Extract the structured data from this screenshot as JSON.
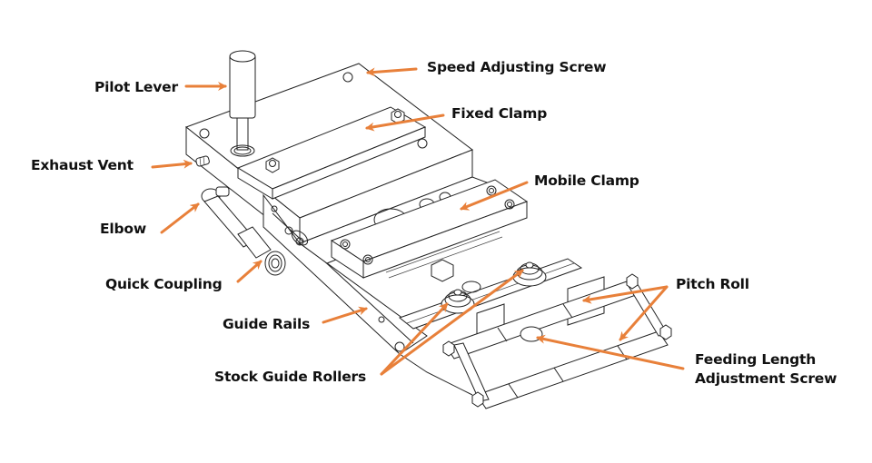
{
  "diagram": {
    "subject": "Pneumatic air feeder assembly (isometric line drawing)",
    "accent_color": "#E8803A",
    "text_color": "#111111",
    "labels": [
      {
        "id": "pilot-lever",
        "text": "Pilot Lever"
      },
      {
        "id": "speed-adjusting-screw",
        "text": "Speed Adjusting Screw"
      },
      {
        "id": "fixed-clamp",
        "text": "Fixed Clamp"
      },
      {
        "id": "exhaust-vent",
        "text": "Exhaust Vent"
      },
      {
        "id": "mobile-clamp",
        "text": "Mobile Clamp"
      },
      {
        "id": "elbow",
        "text": "Elbow"
      },
      {
        "id": "quick-coupling",
        "text": "Quick Coupling"
      },
      {
        "id": "pitch-roll",
        "text": "Pitch Roll"
      },
      {
        "id": "guide-rails",
        "text": "Guide Rails"
      },
      {
        "id": "feeding-length-adjustment-screw",
        "text": [
          "Feeding Length",
          "Adjustment Screw"
        ]
      },
      {
        "id": "stock-guide-rollers",
        "text": "Stock Guide Rollers"
      }
    ]
  }
}
